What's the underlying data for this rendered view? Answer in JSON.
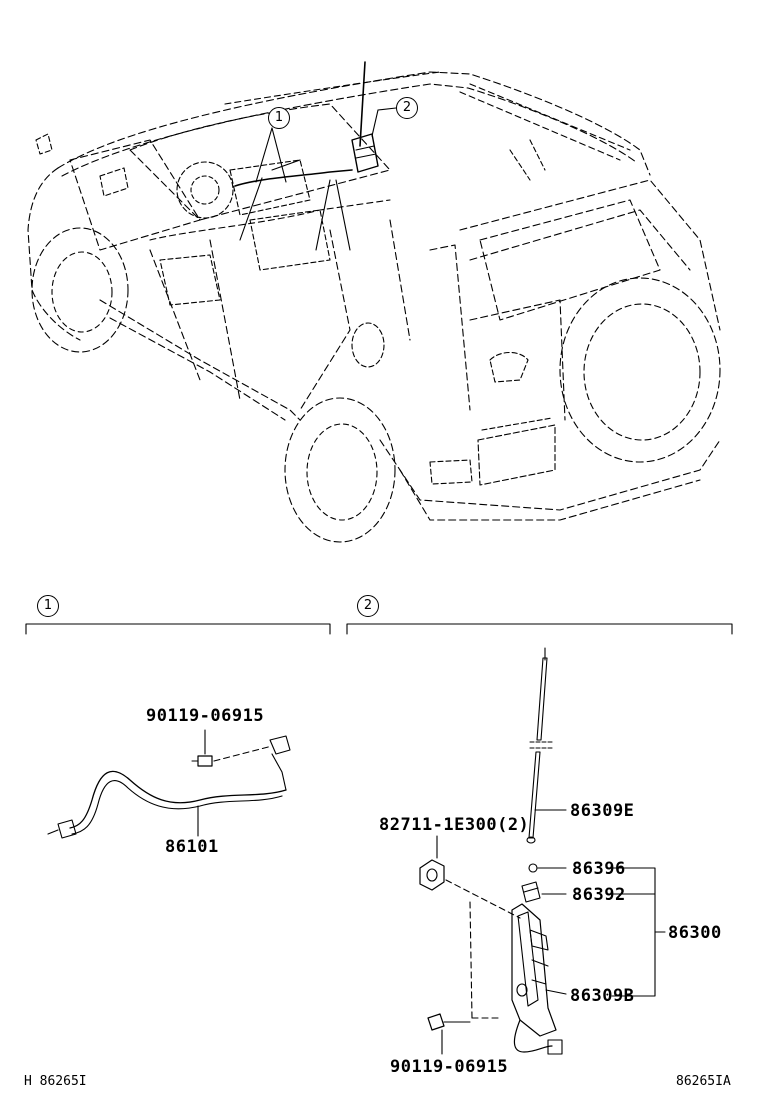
{
  "callouts": {
    "one": "1",
    "two": "2"
  },
  "section1": {
    "marker": "1",
    "parts": {
      "bolt": "90119-06915",
      "cable": "86101"
    }
  },
  "section2": {
    "marker": "2",
    "parts": {
      "pole": "86309E",
      "nut": "82711-1E300(2)",
      "cap": "86396",
      "bushing": "86392",
      "base": "86309B",
      "assembly": "86300",
      "bolt": "90119-06915"
    }
  },
  "footer": {
    "left": "H 86265I",
    "right": "86265IA"
  }
}
